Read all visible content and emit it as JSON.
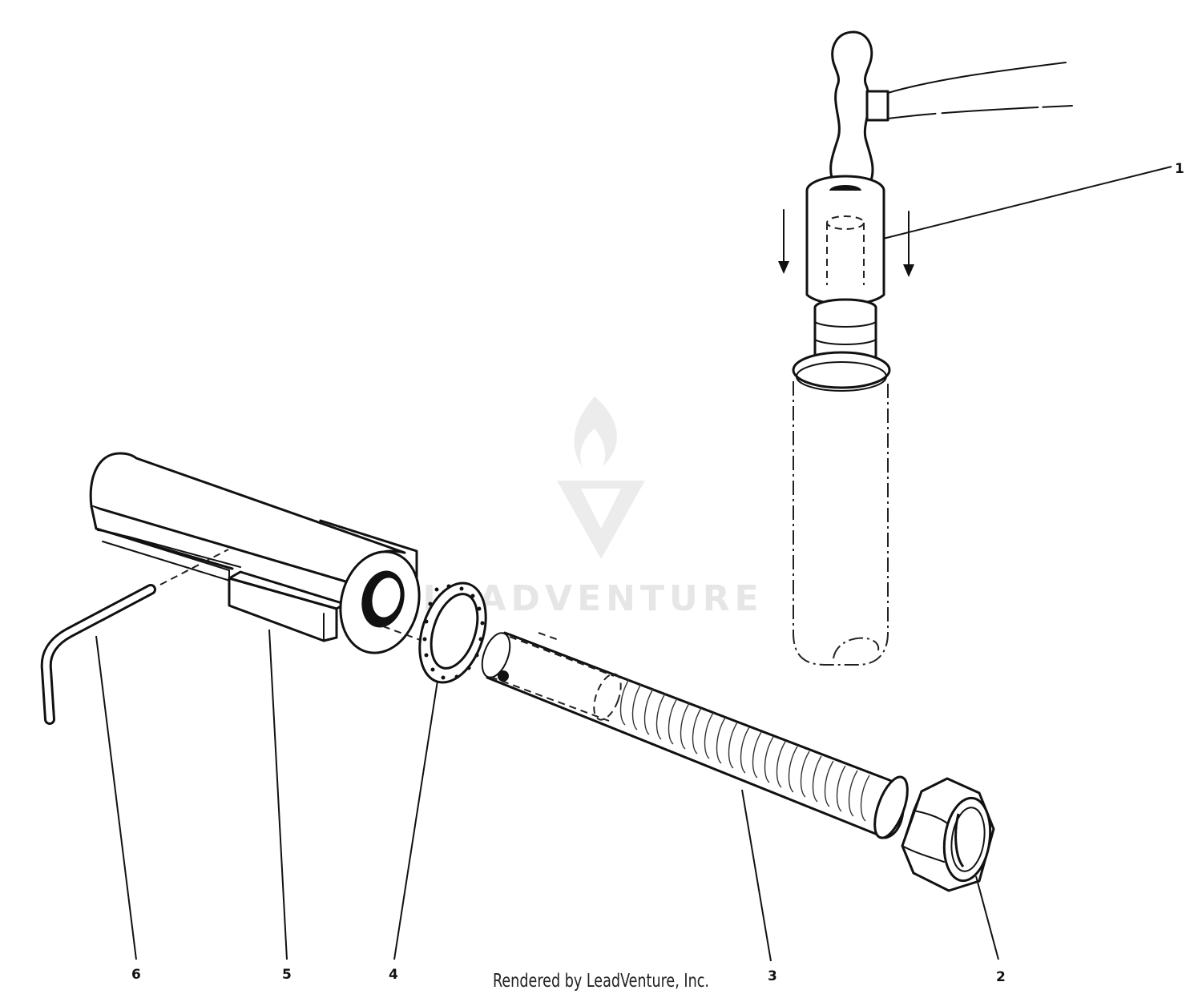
{
  "watermark": {
    "text": "LEADVENTURE"
  },
  "credit": "Rendered by LeadVenture, Inc.",
  "callouts": [
    {
      "id": "1",
      "label": "1"
    },
    {
      "id": "2",
      "label": "2"
    },
    {
      "id": "3",
      "label": "3"
    },
    {
      "id": "4",
      "label": "4"
    },
    {
      "id": "5",
      "label": "5"
    },
    {
      "id": "6",
      "label": "6"
    }
  ]
}
